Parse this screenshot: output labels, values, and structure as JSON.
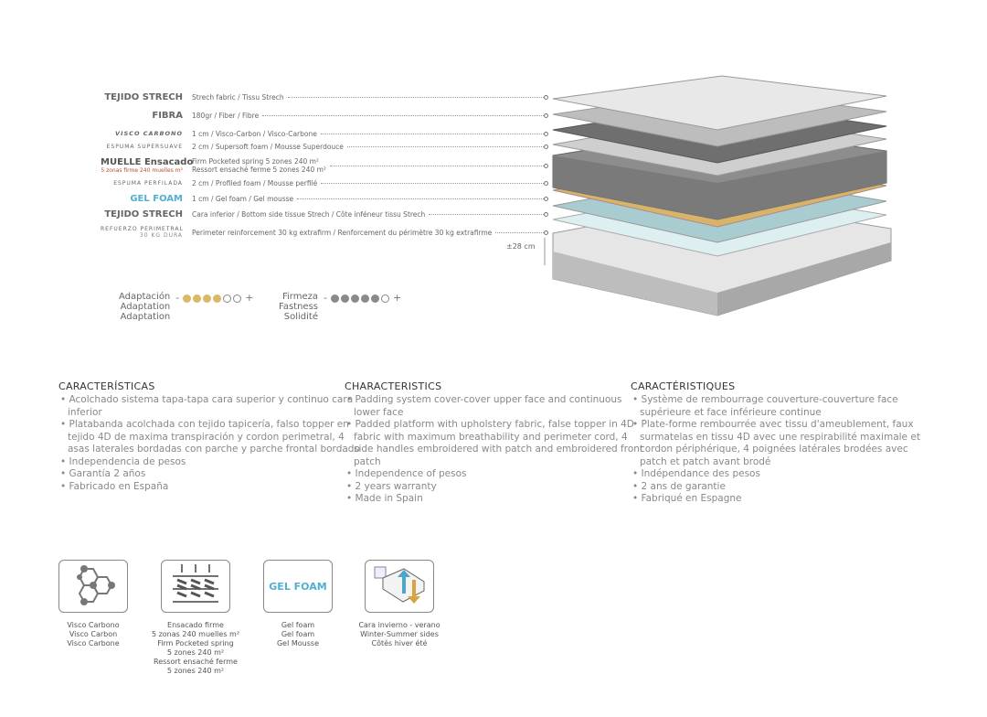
{
  "layers": [
    {
      "logo": "TEJIDO STRECH",
      "text": "Strech fabric / Tissu Strech"
    },
    {
      "logo": "FIBRA",
      "text": "180gr / Fiber / Fibre"
    },
    {
      "logo": "VISCO CARBONO",
      "text": "1 cm / Visco-Carbon / Visco-Carbone"
    },
    {
      "logo": "ESPUMA SUPERSUAVE",
      "text": "2 cm / Supersoft foam / Mousse Superdouce"
    },
    {
      "logo": "MUELLE Ensacado",
      "logo_sub": "5 zonas firme 240 muelles m²",
      "text": "Firm Pocketed spring 5 zones 240 m²",
      "text2": "Ressort ensaché ferme 5 zones 240 m²"
    },
    {
      "logo": "ESPUMA PERFILADA",
      "text": "2 cm / Profiled foam / Mousse perfilé"
    },
    {
      "logo": "GEL FOAM",
      "text": "1 cm / Gel foam / Gel mousse"
    },
    {
      "logo": "TEJIDO STRECH",
      "text": "Cara inferior / Bottom side tissue Strech / Côte inféneur tissu Strech"
    },
    {
      "logo": "REFUERZO PERIMETRAL",
      "logo_sub": "30 KG DURA",
      "text": "Perimeter reinforcement 30 kg extrafirm / Renforcement du périmètre 30 kg extrafirme"
    }
  ],
  "height_label": "±28 cm",
  "ratings": {
    "adaptation": {
      "label1": "Adaptación",
      "label2": "Adaptation",
      "label3": "Adaptation",
      "filled": 4,
      "total": 6,
      "color": "#d9b866"
    },
    "firmness": {
      "label1": "Firmeza",
      "label2": "Fastness",
      "label3": "Solidité",
      "filled": 5,
      "total": 6,
      "color": "#8a8a8a"
    },
    "minus": "-",
    "plus": "+"
  },
  "columns": [
    {
      "title": "CARACTERÍSTICAS",
      "items": [
        "Acolchado sistema tapa-tapa cara superior y continuo cara inferior",
        "Platabanda acolchada con tejido tapicería, falso topper en tejido 4D de maxima transpiración y cordon perimetral, 4 asas laterales bordadas con parche y parche frontal bordado",
        "Independencia de pesos",
        "Garantía 2 años",
        "Fabricado en España"
      ]
    },
    {
      "title": "CHARACTERISTICS",
      "items": [
        "Padding system cover-cover upper face and continuous lower face",
        "Padded platform with upholstery fabric, false topper in 4D fabric with maximum breathability and perimeter cord, 4 side handles embroidered with patch and embroidered front patch",
        "Independence of pesos",
        "2 years warranty",
        "Made in Spain"
      ]
    },
    {
      "title": "CARACTÉRISTIQUES",
      "items": [
        "Système de rembourrage couverture-couverture face supérieure et face inférieure continue",
        "Plate-forme rembourrée avec tissu d'ameublement, faux surmatelas en tissu 4D avec une respirabilité maximale et cordon périphérique, 4 poignées latérales brodées avec patch et patch avant brodé",
        "Indépendance des pesos",
        "2 ans de garantie",
        "Fabriqué en Espagne"
      ]
    }
  ],
  "features": [
    {
      "icon": "visco-carbon-icon",
      "lines": [
        "Visco Carbono",
        "Visco Carbon",
        "Visco Carbone"
      ]
    },
    {
      "icon": "pocket-spring-icon",
      "lines": [
        "Ensacado firme",
        "5 zonas 240 muelles m²",
        "Firm Pocketed spring",
        "5 zones 240 m²",
        "Ressort ensaché ferme",
        "5 zones 240 m²"
      ]
    },
    {
      "icon": "gel-foam-icon",
      "logo": "GEL FOAM",
      "lines": [
        "Gel foam",
        "Gel foam",
        "Gel Mousse"
      ]
    },
    {
      "icon": "winter-summer-icon",
      "lines": [
        "Cara invierno - verano",
        "Winter-Summer sides",
        "Côtés hiver été"
      ]
    }
  ]
}
